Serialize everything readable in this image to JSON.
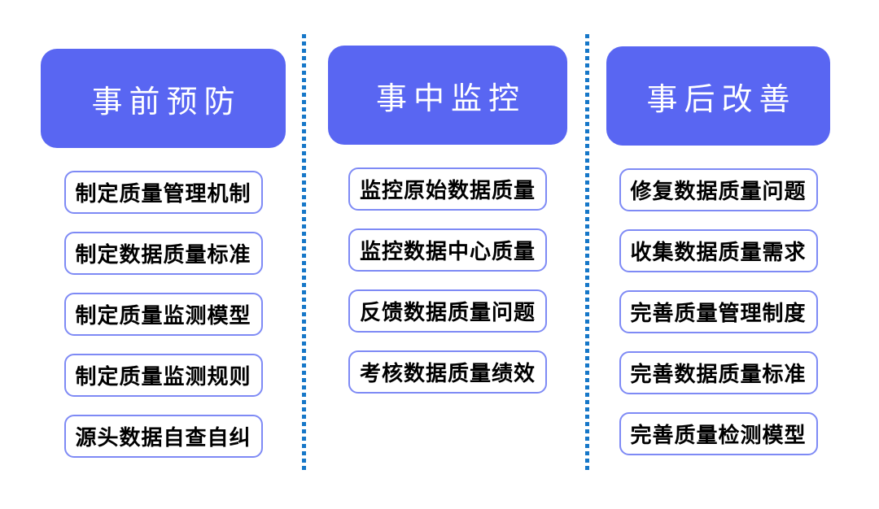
{
  "page": {
    "background": "#ffffff",
    "description": "Three-stage data quality management process diagram"
  },
  "colors": {
    "stage_header_fill": "#5966F2",
    "stage_header_text": "#ffffff",
    "item_border": "#7E8AF5",
    "item_text": "#000000",
    "divider_dot": "#1677C8"
  },
  "columns": [
    {
      "id": "pre-prevention",
      "title": "事前预防",
      "items": [
        "制定质量管理机制",
        "制定数据质量标准",
        "制定质量监测模型",
        "制定质量监测规则",
        "源头数据自查自纠"
      ]
    },
    {
      "id": "in-process-monitoring",
      "title": "事中监控",
      "items": [
        "监控原始数据质量",
        "监控数据中心质量",
        "反馈数据质量问题",
        "考核数据质量绩效"
      ]
    },
    {
      "id": "post-improvement",
      "title": "事后改善",
      "items": [
        "修复数据质量问题",
        "收集数据质量需求",
        "完善质量管理制度",
        "完善数据质量标准",
        "完善质量检测模型"
      ]
    }
  ]
}
